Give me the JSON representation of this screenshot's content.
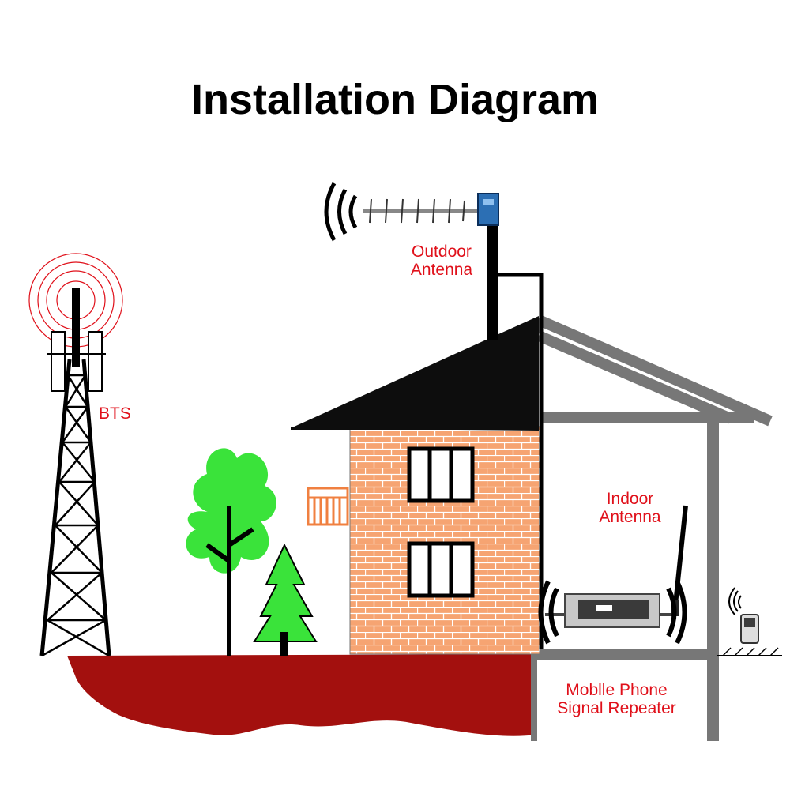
{
  "title": "Installation Diagram",
  "labels": {
    "bts": "BTS",
    "outdoor_antenna": [
      "Outdoor",
      "Antenna"
    ],
    "indoor_antenna": [
      "Indoor",
      "Antenna"
    ],
    "repeater": [
      "Moblle Phone",
      "Signal Repeater"
    ]
  },
  "colors": {
    "label": "#e0101a",
    "ground": "#a3100e",
    "brick": "#f6a472",
    "roof": "#0d0d0d",
    "wall": "#777777",
    "tree": "#3ae33a",
    "signal_red": "#e0101a"
  }
}
